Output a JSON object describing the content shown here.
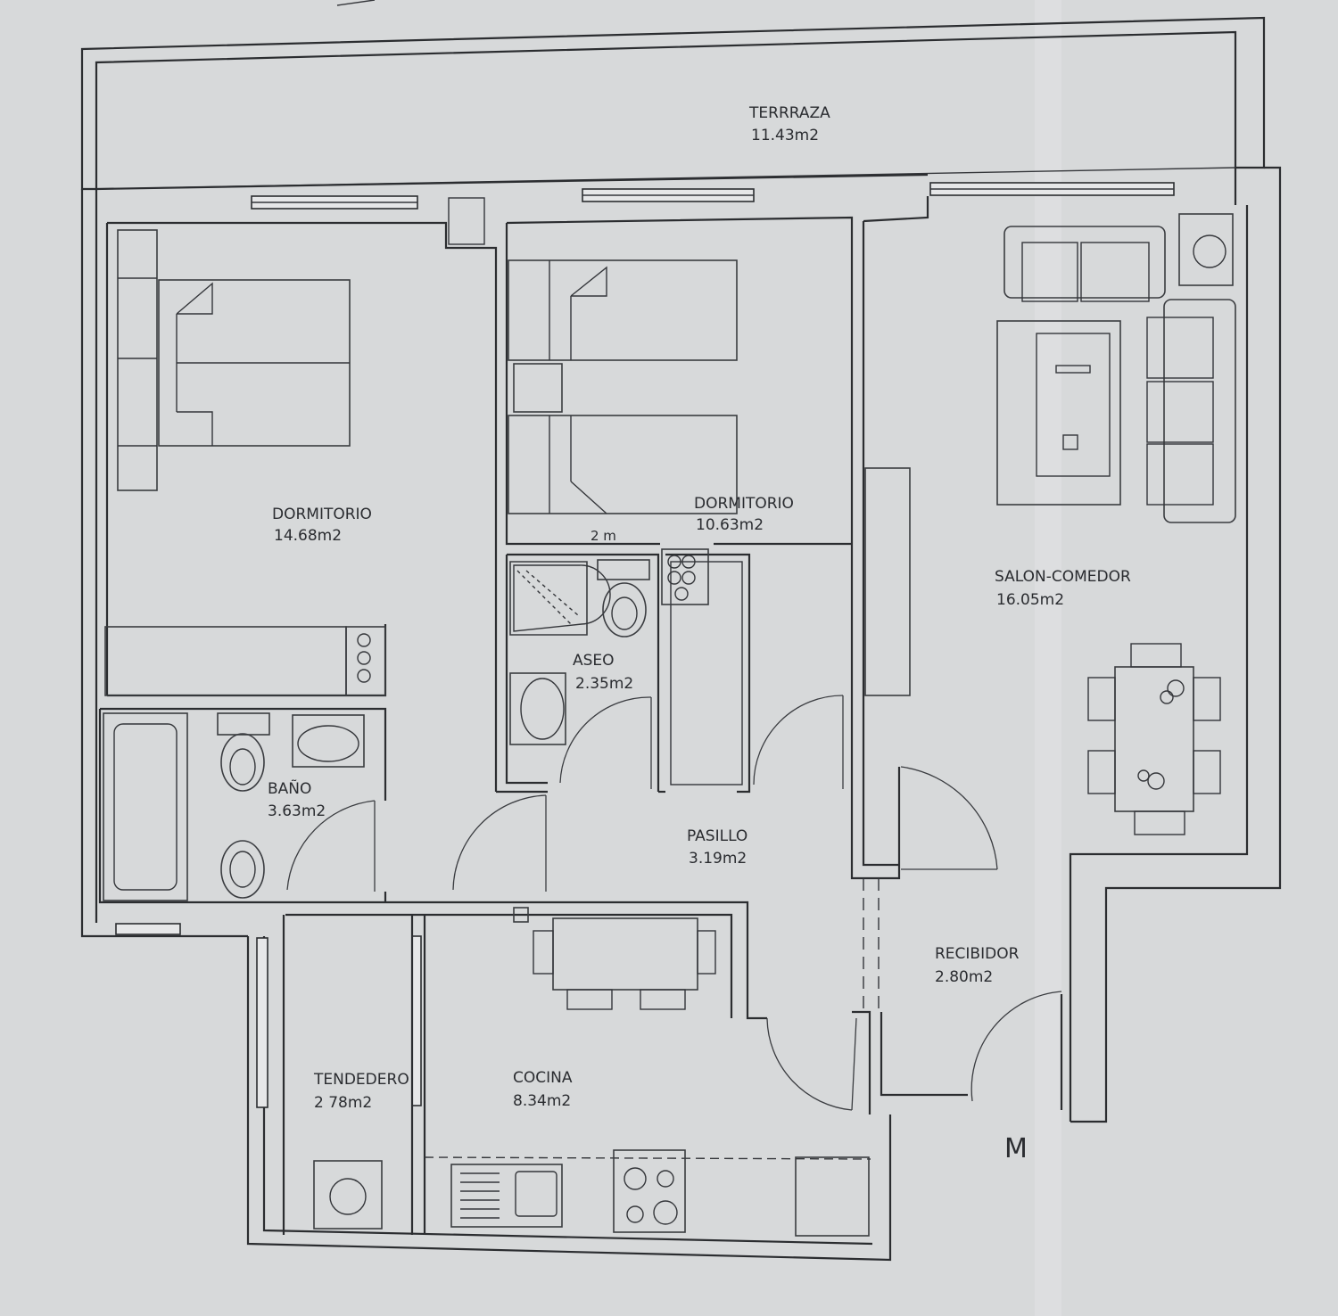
{
  "rooms": [
    {
      "name": "TERRRAZA",
      "area": "11.43m2"
    },
    {
      "name": "DORMITORIO",
      "area": "14.68m2"
    },
    {
      "name": "DORMITORIO",
      "area": "10.63m2"
    },
    {
      "name": "SALON-COMEDOR",
      "area": "16.05m2"
    },
    {
      "name": "ASEO",
      "area": "2.35m2"
    },
    {
      "name": "BAÑO",
      "area": "3.63m2"
    },
    {
      "name": "PASILLO",
      "area": "3.19m2"
    },
    {
      "name": "RECIBIDOR",
      "area": "2.80m2"
    },
    {
      "name": "TENDEDERO",
      "area": "2 78m2"
    },
    {
      "name": "COCINA",
      "area": "8.34m2"
    }
  ],
  "marks": {
    "stamp": "M",
    "pencil_note": "2 m"
  },
  "colors": {
    "paper": "#d7d9da",
    "ink": "#2b2d30"
  },
  "icons": [
    "double-bed-icon",
    "single-bed-icon",
    "bathtub-icon",
    "toilet-icon",
    "washbasin-icon",
    "shower-icon",
    "sofa-icon",
    "armchair-icon",
    "coffee-table-icon",
    "dining-table-icon",
    "chair-icon",
    "kitchen-sink-icon",
    "cooktop-icon",
    "washing-machine-icon",
    "door-swing-icon",
    "window-icon"
  ]
}
